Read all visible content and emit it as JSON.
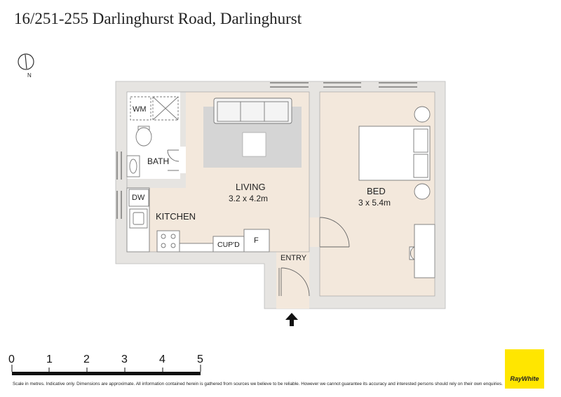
{
  "title": "16/251-255 Darlinghurst Road, Darlinghurst",
  "compass": {
    "label": "N"
  },
  "rooms": {
    "living": {
      "name": "LIVING",
      "dims": "3.2 x 4.2m"
    },
    "bed": {
      "name": "BED",
      "dims": "3 x 5.4m"
    },
    "kitchen": {
      "name": "KITCHEN"
    },
    "bath": {
      "name": "BATH"
    },
    "entry": {
      "name": "ENTRY"
    }
  },
  "fixtures": {
    "wm": "WM",
    "dw": "DW",
    "cupboard": "CUP'D",
    "fridge": "F"
  },
  "scale": {
    "ticks": [
      "0",
      "1",
      "2",
      "3",
      "4",
      "5"
    ]
  },
  "disclaimer": "Scale in metres. Indicative only. Dimensions are approximate. All information contained herein is gathered from sources we believe to be reliable. However we cannot guarantee its accuracy and interested persons should rely on their own enquiries.",
  "brand": {
    "text": "RayWhite",
    "color": "#ffe600"
  },
  "colors": {
    "wall": "#e6e4e1",
    "floor": "#f3e8dc",
    "rug": "#d5d5d5",
    "outline": "#555555"
  }
}
